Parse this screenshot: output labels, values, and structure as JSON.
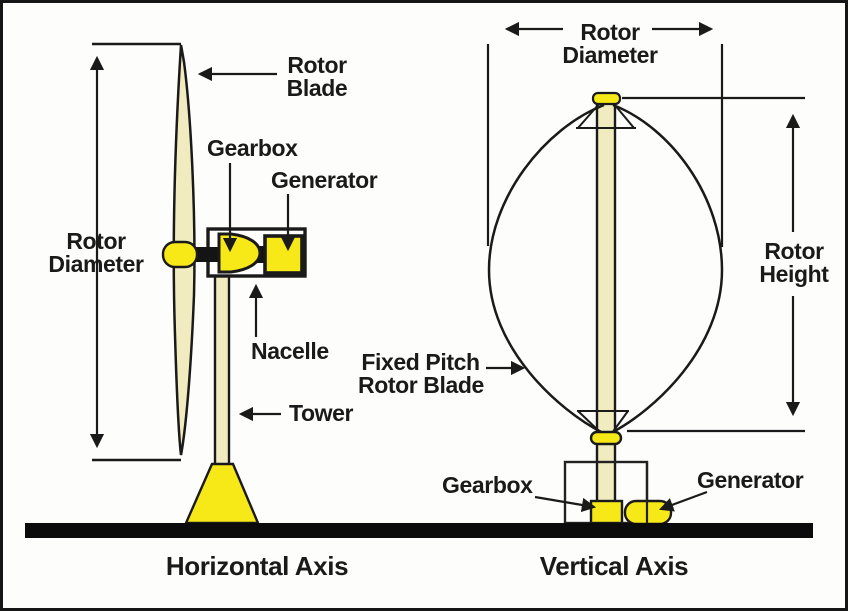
{
  "colors": {
    "yellow_bright": "#F7E818",
    "yellow_pale": "#F1ECC0",
    "ink": "#1A1A1A",
    "ground": "#0B0B0B",
    "background": "#FDFDFB"
  },
  "diagrams": {
    "left": {
      "caption": "Horizontal Axis",
      "labels": {
        "rotor_diameter": {
          "line1": "Rotor",
          "line2": "Diameter"
        },
        "rotor_blade": {
          "line1": "Rotor",
          "line2": "Blade"
        },
        "gearbox": "Gearbox",
        "generator": "Generator",
        "nacelle": "Nacelle",
        "tower": "Tower"
      }
    },
    "right": {
      "caption": "Vertical Axis",
      "labels": {
        "rotor_diameter": {
          "line1": "Rotor",
          "line2": "Diameter"
        },
        "rotor_height": {
          "line1": "Rotor",
          "line2": "Height"
        },
        "fixed_pitch_rotor_blade": {
          "line1": "Fixed Pitch",
          "line2": "Rotor Blade"
        },
        "gearbox": "Gearbox",
        "generator": "Generator"
      }
    }
  }
}
